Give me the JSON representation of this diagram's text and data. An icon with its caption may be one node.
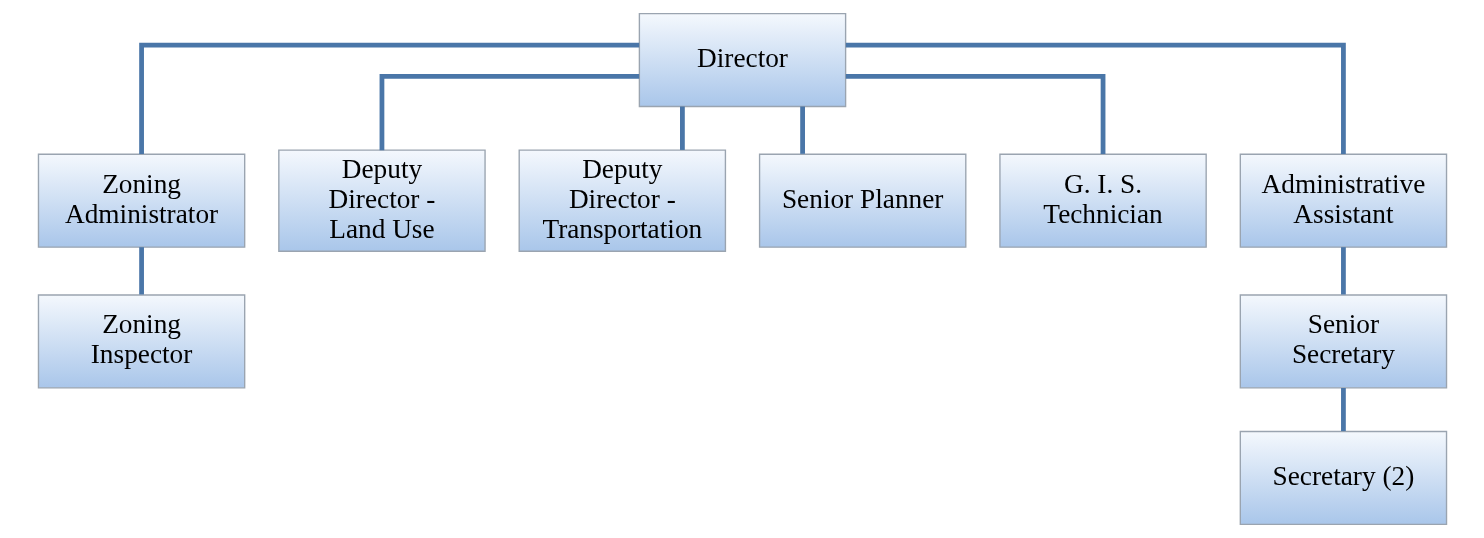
{
  "diagram": {
    "nodes": [
      {
        "text": [
          "Director"
        ]
      },
      {
        "text": [
          "Zoning Administrator"
        ]
      },
      {
        "text": [
          "Deputy Director - Land Use"
        ]
      },
      {
        "text": [
          "Deputy Director - Transportation"
        ]
      },
      {
        "text": [
          "Senior Planner"
        ]
      },
      {
        "text": [
          "G. I. S. Technician"
        ]
      },
      {
        "text": [
          "Administrative Assistant"
        ]
      },
      {
        "text": [
          "Zoning Inspector"
        ]
      },
      {
        "text": [
          "Senior Secretary"
        ]
      },
      {
        "text": [
          "Secretary (2)"
        ]
      }
    ],
    "edges": [
      {
        "from": 0,
        "to": 1,
        "arrow": "none"
      },
      {
        "from": 0,
        "to": 2,
        "arrow": "none"
      },
      {
        "from": 0,
        "to": 3,
        "arrow": "none"
      },
      {
        "from": 0,
        "to": 4,
        "arrow": "none"
      },
      {
        "from": 0,
        "to": 5,
        "arrow": "none"
      },
      {
        "from": 0,
        "to": 6,
        "arrow": "none"
      },
      {
        "from": 1,
        "to": 7,
        "arrow": "none"
      },
      {
        "from": 6,
        "to": 8,
        "arrow": "none"
      },
      {
        "from": 8,
        "to": 9,
        "arrow": "none"
      }
    ]
  }
}
